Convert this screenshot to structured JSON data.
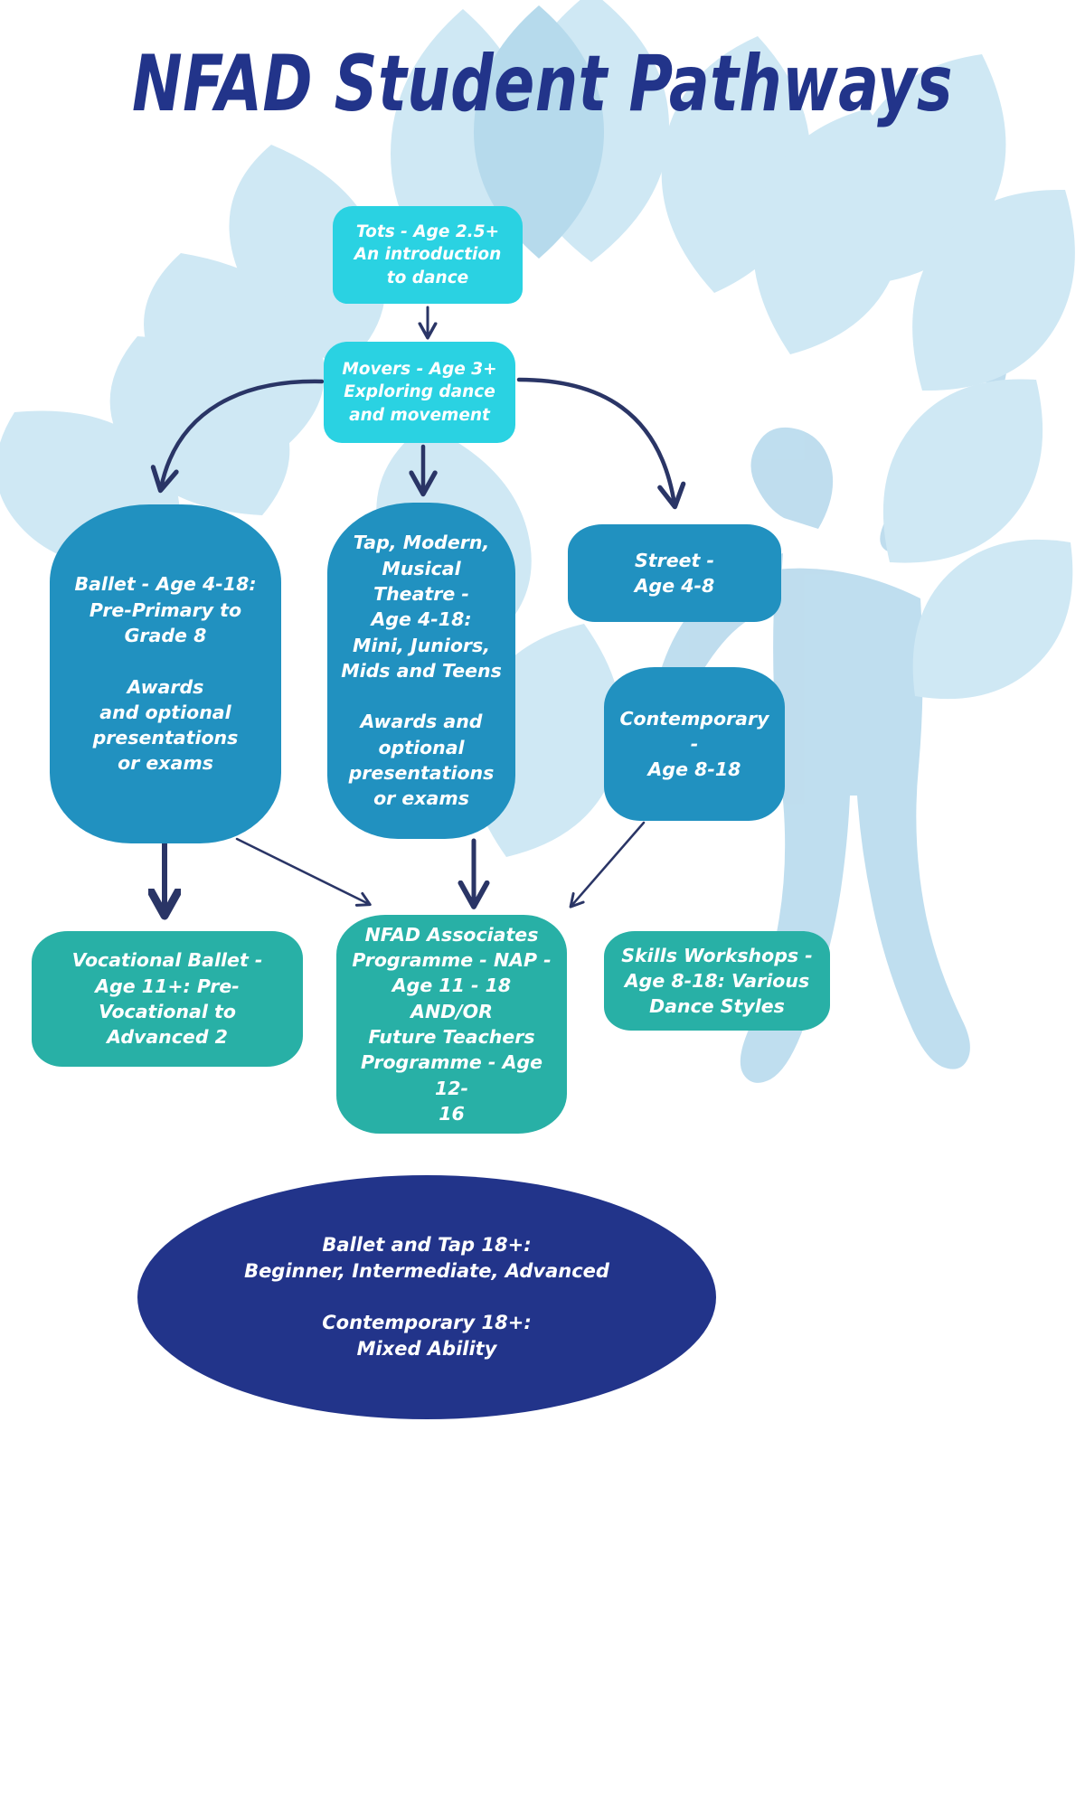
{
  "page": {
    "title": "NFAD Student Pathways",
    "title_parts": {
      "lead": "NFAD",
      "rest": "Student Pathways"
    }
  },
  "colors": {
    "title": "#22348a",
    "cyan": "#2ad2e2",
    "blue": "#2191c0",
    "teal": "#28b0a6",
    "navy": "#22348a",
    "arrow": "#2a3566",
    "background_leaf_light": "#cde7f2",
    "background_leaf_mid": "#aed8ea",
    "background_page": "#ffffff"
  },
  "nodes": {
    "tots": {
      "id": "tots",
      "label": "Tots - Age 2.5+\nAn introduction\nto dance",
      "color": "cyan",
      "tier": "entry"
    },
    "movers": {
      "id": "movers",
      "label": "Movers - Age 3+\nExploring dance\nand movement",
      "color": "cyan",
      "tier": "entry"
    },
    "ballet": {
      "id": "ballet",
      "label": "Ballet - Age 4-18:\nPre-Primary to\nGrade 8\n\nAwards\nand optional\npresentations\nor exams",
      "color": "blue",
      "tier": "core"
    },
    "tap_modern_mt": {
      "id": "tap_modern_mt",
      "label": "Tap, Modern,\nMusical Theatre -\nAge 4-18:\nMini, Juniors,\nMids and Teens\n\nAwards and\noptional\npresentations\nor exams",
      "color": "blue",
      "tier": "core"
    },
    "street": {
      "id": "street",
      "label": "Street -\nAge 4-8",
      "color": "blue",
      "tier": "core"
    },
    "contemporary": {
      "id": "contemporary",
      "label": "Contemporary -\nAge 8-18",
      "color": "blue",
      "tier": "core"
    },
    "vocational_ballet": {
      "id": "vocational_ballet",
      "label": "Vocational Ballet -\nAge 11+: Pre-\nVocational to\nAdvanced 2",
      "color": "teal",
      "tier": "advanced"
    },
    "nap": {
      "id": "nap",
      "label": "NFAD Associates\nProgramme - NAP -\nAge 11 - 18\nAND/OR\nFuture Teachers\nProgramme - Age 12-\n16",
      "color": "teal",
      "tier": "advanced"
    },
    "skills_workshops": {
      "id": "skills_workshops",
      "label": "Skills Workshops -\nAge 8-18: Various\nDance Styles",
      "color": "teal",
      "tier": "advanced"
    },
    "adult": {
      "id": "adult",
      "label": "Ballet and Tap 18+:\nBeginner, Intermediate, Advanced\n\nContemporary 18+:\nMixed Ability",
      "color": "navy",
      "tier": "adult"
    }
  },
  "connections": [
    {
      "from": "tots",
      "to": "movers",
      "style": "straight-down"
    },
    {
      "from": "movers",
      "to": "ballet",
      "style": "curve-left"
    },
    {
      "from": "movers",
      "to": "tap_modern_mt",
      "style": "straight-down"
    },
    {
      "from": "movers",
      "to": "street",
      "style": "curve-right"
    },
    {
      "from": "ballet",
      "to": "vocational_ballet",
      "style": "straight-down-thick"
    },
    {
      "from": "ballet",
      "to": "nap",
      "style": "diagonal-right"
    },
    {
      "from": "tap_modern_mt",
      "to": "nap",
      "style": "straight-down"
    },
    {
      "from": "contemporary",
      "to": "skills_workshops",
      "style": "diagonal-left"
    }
  ]
}
